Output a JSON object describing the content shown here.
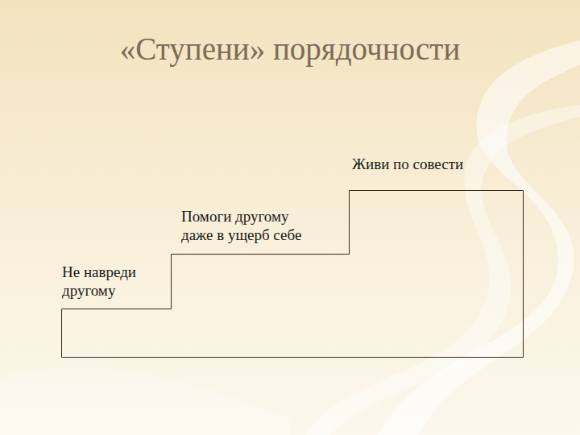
{
  "diagram": {
    "title": "«Ступени» порядочности",
    "labels": [
      "Живи по совести",
      "Помоги другому даже в ущерб себе",
      "Не навреди другому"
    ]
  }
}
